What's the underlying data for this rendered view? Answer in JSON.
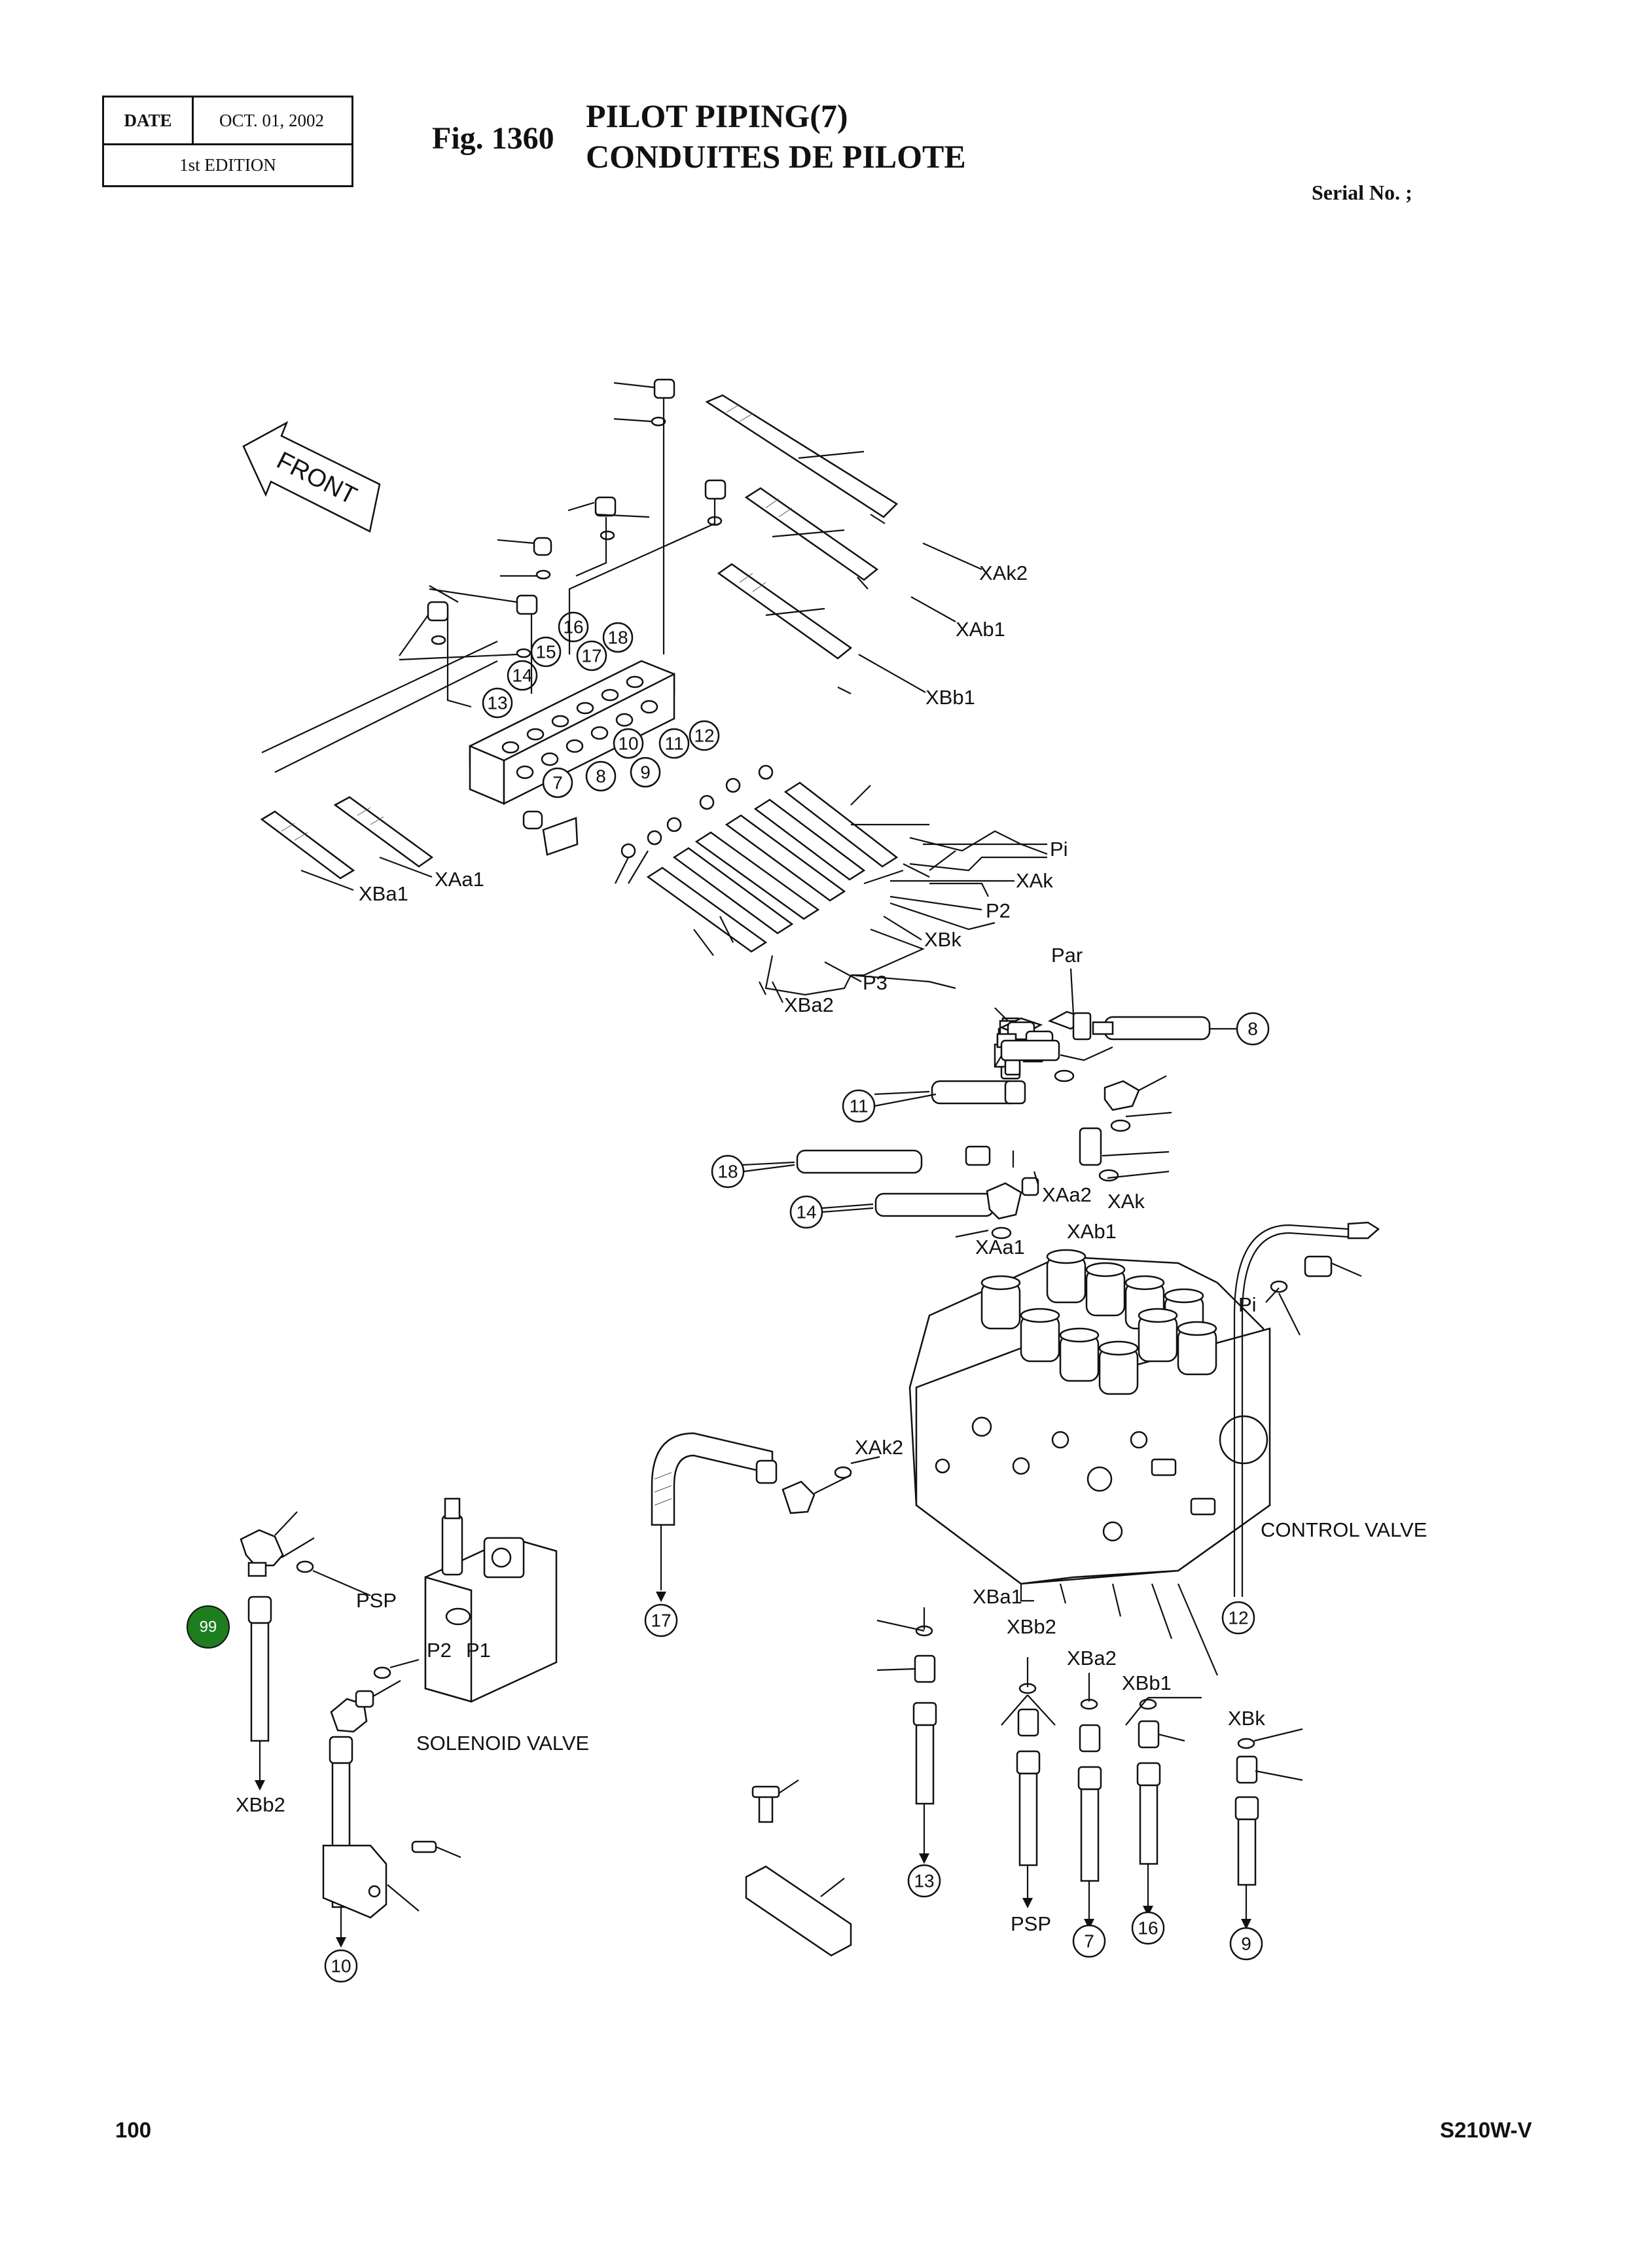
{
  "header": {
    "date_label": "DATE",
    "date_value": "OCT. 01, 2002",
    "edition": "1st EDITION",
    "fig_number": "Fig. 1360",
    "title_en": "PILOT PIPING(7)",
    "title_fr": "CONDUITES DE PILOTE",
    "serial": "Serial No. ;"
  },
  "footer": {
    "page": "100",
    "model": "S210W-V"
  },
  "diagram": {
    "front_label": "FRONT",
    "port_labels": {
      "XAk2_top": "XAk2",
      "XAb1_top": "XAb1",
      "XBb1_top": "XBb1",
      "Pi_top": "Pi",
      "XAk_top": "XAk",
      "P2_top": "P2",
      "XBk_top": "XBk",
      "P3_top": "P3",
      "XBa2_top": "XBa2",
      "XBa1_left": "XBa1",
      "XAa1_left": "XAa1",
      "Par": "Par",
      "XAa2_mid": "XAa2",
      "XAk_mid": "XAk",
      "XAb1_mid": "XAb1",
      "XAa1_mid": "XAa1",
      "Pi_mid": "Pi",
      "XAk2_mid": "XAk2",
      "XBa1_bot": "XBa1",
      "XBb2_bot": "XBb2",
      "XBa2_bot": "XBa2",
      "XBb1_bot": "XBb1",
      "XBk_bot": "XBk",
      "PSP_bot": "PSP",
      "PSP_sol": "PSP",
      "P2_sol": "P2",
      "P1_sol": "P1",
      "XBb2_sol": "XBb2"
    },
    "component_labels": {
      "control_valve": "CONTROL VALVE",
      "solenoid_valve": "SOLENOID VALVE"
    },
    "block_numbers": [
      "16",
      "18",
      "15",
      "17",
      "14",
      "13",
      "10",
      "11",
      "12",
      "7",
      "8",
      "9"
    ],
    "callouts": {
      "c8": "8",
      "c11": "11",
      "c18": "18",
      "c14": "14",
      "c17": "17",
      "c12": "12",
      "c13": "13",
      "c7": "7",
      "c16": "16",
      "c9": "9",
      "c10": "10"
    },
    "highlight_badge": {
      "label": "99",
      "color": "#1e7d1e"
    }
  }
}
